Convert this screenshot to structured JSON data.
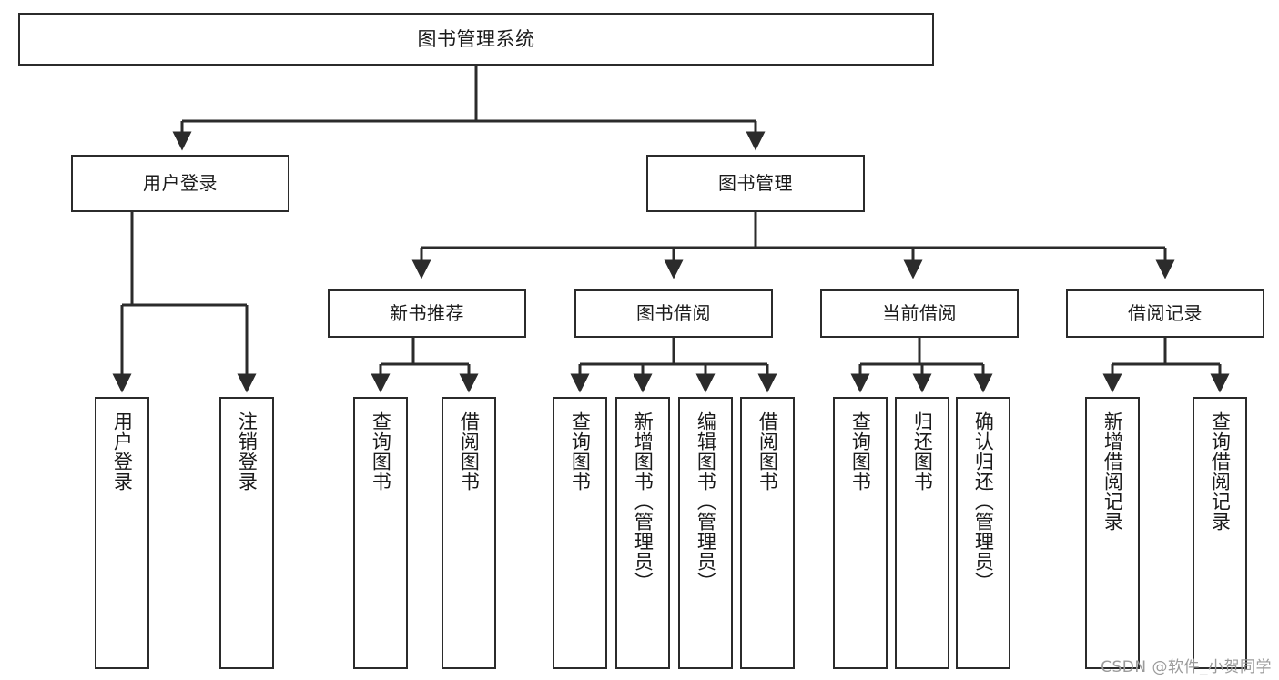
{
  "diagram": {
    "title": "图书管理系统",
    "type": "tree",
    "stroke_color": "#2b2b2b",
    "background_color": "#ffffff",
    "text_color": "#1a1a1a"
  },
  "nodes": {
    "root": {
      "label": "图书管理系统",
      "level": 0
    },
    "level1": [
      {
        "id": "user-login",
        "label": "用户登录"
      },
      {
        "id": "book-management",
        "label": "图书管理"
      }
    ],
    "level2": [
      {
        "id": "new-book-recommend",
        "label": "新书推荐",
        "parent": "book-management"
      },
      {
        "id": "book-borrow",
        "label": "图书借阅",
        "parent": "book-management"
      },
      {
        "id": "current-borrow",
        "label": "当前借阅",
        "parent": "book-management"
      },
      {
        "id": "borrow-record",
        "label": "借阅记录",
        "parent": "book-management"
      }
    ],
    "leaves": {
      "user-login": [
        {
          "id": "leaf-user-login",
          "label": "用户登录"
        },
        {
          "id": "leaf-logout-login",
          "label": "注销登录"
        }
      ],
      "new-book-recommend": [
        {
          "id": "leaf-query-book-1",
          "label": "查询图书"
        },
        {
          "id": "leaf-borrow-book-1",
          "label": "借阅图书"
        }
      ],
      "book-borrow": [
        {
          "id": "leaf-query-book-2",
          "label": "查询图书"
        },
        {
          "id": "leaf-add-book",
          "label": "新增图书（管理员）"
        },
        {
          "id": "leaf-edit-book",
          "label": "编辑图书（管理员）"
        },
        {
          "id": "leaf-borrow-book-2",
          "label": "借阅图书"
        }
      ],
      "current-borrow": [
        {
          "id": "leaf-query-book-3",
          "label": "查询图书"
        },
        {
          "id": "leaf-return-book",
          "label": "归还图书"
        },
        {
          "id": "leaf-confirm-return",
          "label": "确认归还（管理员）"
        }
      ],
      "borrow-record": [
        {
          "id": "leaf-add-record",
          "label": "新增借阅记录"
        },
        {
          "id": "leaf-query-record",
          "label": "查询借阅记录"
        }
      ]
    }
  },
  "watermark": {
    "text": "CSDN @软件_小贺同学"
  }
}
